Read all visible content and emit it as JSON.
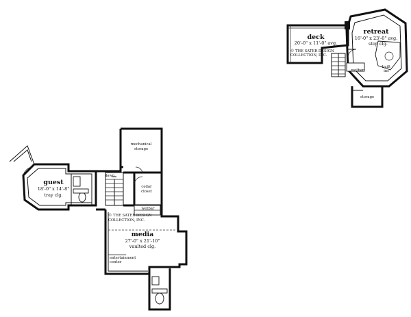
{
  "rooms": {
    "deck": {
      "name": "deck",
      "dims": "20'-0\" x 11'-0\" avg."
    },
    "retreat": {
      "name": "retreat",
      "dims": "16'-0\" x 23'-0\" avg.",
      "ceiling": "step clg."
    },
    "retreat_wetbar": "wetbar",
    "built_ins": [
      "built",
      "ins"
    ],
    "upper_storage": "storage",
    "guest": {
      "name": "guest",
      "dims": "18'-0\" x 14'-8\"",
      "ceiling": "tray clg."
    },
    "mechanical": [
      "mechanical",
      "storage"
    ],
    "cedar_closet": [
      "cedar",
      "closet"
    ],
    "down": "down",
    "media_wetbar": "wetbar",
    "media": {
      "name": "media",
      "dims": "27'-0\" x 21'-10\"",
      "ceiling": "vaulted clg."
    },
    "entertainment_center": [
      "entertainment",
      "center"
    ]
  },
  "copyright": {
    "upper": [
      "© THE SATER DESIGN",
      "COLLECTION, INC."
    ],
    "lower": [
      "© THE SATER DESIGN",
      "COLLECTION, INC."
    ]
  }
}
